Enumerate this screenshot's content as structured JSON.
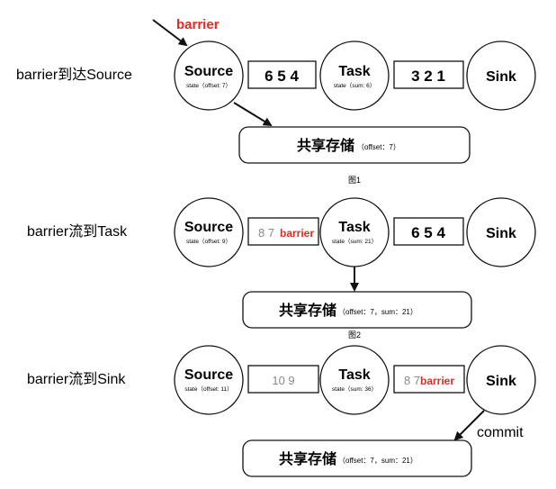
{
  "barrier_label": "barrier",
  "commit_label": "commit",
  "colors": {
    "accent_red": "#e02a24",
    "gray_text": "#8a8a8a",
    "stroke": "#111111"
  },
  "scenes": [
    {
      "row_label": "barrier到达Source",
      "source_title": "Source",
      "source_state": "state（offset: 7）",
      "box1_text": "6 5 4",
      "task_title": "Task",
      "task_state": "state（sum: 6）",
      "box2_text": "3 2 1",
      "sink_title": "Sink",
      "storage_title": "共享存储",
      "storage_detail": "（offset：7）",
      "caption": "图1"
    },
    {
      "row_label": "barrier流到Task",
      "source_title": "Source",
      "source_state": "state（offset: 9）",
      "box1_gray": "8 7",
      "box1_red": "barrier",
      "task_title": "Task",
      "task_state": "state（sum: 21）",
      "box2_text": "6 5 4",
      "sink_title": "Sink",
      "storage_title": "共享存储",
      "storage_detail": "（offset：7，sum：21）",
      "caption": "图2"
    },
    {
      "row_label": "barrier流到Sink",
      "source_title": "Source",
      "source_state": "state（offset: 11）",
      "box1_gray": "10 9",
      "task_title": "Task",
      "task_state": "state（sum: 36）",
      "box2_gray": "8 7",
      "box2_red": "barrier",
      "sink_title": "Sink",
      "storage_title": "共享存储",
      "storage_detail": "（offset：7，sum：21）"
    }
  ]
}
